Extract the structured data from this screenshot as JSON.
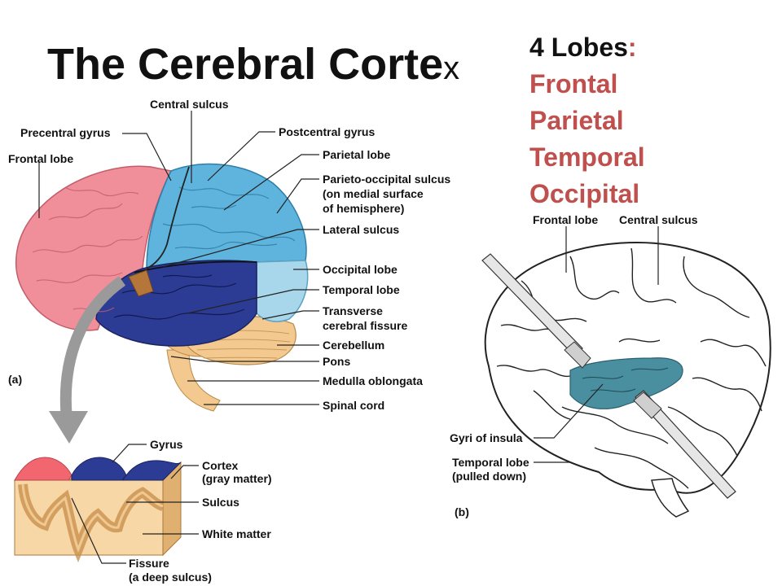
{
  "title": {
    "main": "The Cerebral Corte",
    "tail": "x"
  },
  "lobes_panel": {
    "heading": "4 Lobes",
    "colon": ":",
    "lobes": [
      "Frontal",
      "Parietal",
      "Temporal",
      "Occipital"
    ]
  },
  "figure_a": {
    "panel_label": "(a)",
    "labels": {
      "central_sulcus": "Central sulcus",
      "precentral_gyrus": "Precentral gyrus",
      "frontal_lobe": "Frontal lobe",
      "postcentral_gyrus": "Postcentral gyrus",
      "parietal_lobe": "Parietal lobe",
      "parieto_occipital_1": "Parieto-occipital sulcus",
      "parieto_occipital_2": "(on medial surface",
      "parieto_occipital_3": "of hemisphere)",
      "lateral_sulcus": "Lateral sulcus",
      "occipital_lobe": "Occipital lobe",
      "temporal_lobe": "Temporal lobe",
      "transverse_1": "Transverse",
      "transverse_2": "cerebral fissure",
      "cerebellum": "Cerebellum",
      "pons": "Pons",
      "medulla": "Medulla oblongata",
      "spinal_cord": "Spinal cord"
    }
  },
  "cortex_section": {
    "labels": {
      "gyrus": "Gyrus",
      "cortex_1": "Cortex",
      "cortex_2": "(gray matter)",
      "sulcus": "Sulcus",
      "white_matter": "White matter",
      "fissure_1": "Fissure",
      "fissure_2": "(a deep sulcus)"
    }
  },
  "figure_b": {
    "panel_label": "(b)",
    "labels": {
      "frontal_lobe": "Frontal lobe",
      "central_sulcus": "Central sulcus",
      "gyri_insula": "Gyri of insula",
      "temporal_1": "Temporal lobe",
      "temporal_2": "(pulled down)"
    }
  },
  "colors": {
    "frontal": "#f08f9a",
    "parietal": "#5fb4dd",
    "occipital": "#a8d6ea",
    "temporal": "#2c3c94",
    "cerebellum": "#f3c98f",
    "insula": "#4a8fa0",
    "accent": "#c0504d"
  }
}
